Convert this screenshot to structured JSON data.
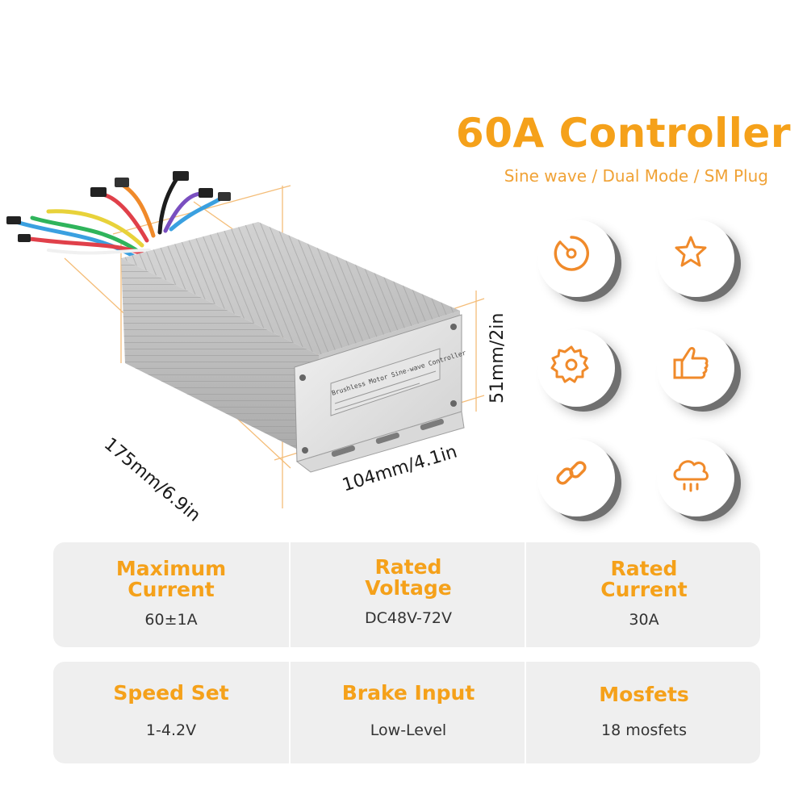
{
  "header": {
    "title": "60A Controller",
    "subtitle": "Sine wave  /  Dual Mode  /  SM Plug"
  },
  "product": {
    "plate_text": "Brushless Motor Sine-wave Controller",
    "dimensions": {
      "length": "175mm/6.9in",
      "width": "104mm/4.1in",
      "height": "51mm/2in"
    }
  },
  "features": [
    {
      "icon": "speedometer-icon"
    },
    {
      "icon": "star-icon"
    },
    {
      "icon": "gear-icon"
    },
    {
      "icon": "thumbs-up-icon"
    },
    {
      "icon": "link-icon"
    },
    {
      "icon": "cloud-rain-icon"
    }
  ],
  "specs": {
    "row1": [
      {
        "label": "Maximum Current",
        "value": "60±1A"
      },
      {
        "label": "Rated Voltage",
        "value": "DC48V-72V"
      },
      {
        "label": "Rated Current",
        "value": "30A"
      }
    ],
    "row2": [
      {
        "label": "Speed Set",
        "value": "1-4.2V"
      },
      {
        "label": "Brake Input",
        "value": "Low-Level"
      },
      {
        "label": "Mosfets",
        "value": "18 mosfets"
      }
    ]
  },
  "colors": {
    "accent": "#f5a11a",
    "panel": "#efefef",
    "value_text": "#333333"
  }
}
